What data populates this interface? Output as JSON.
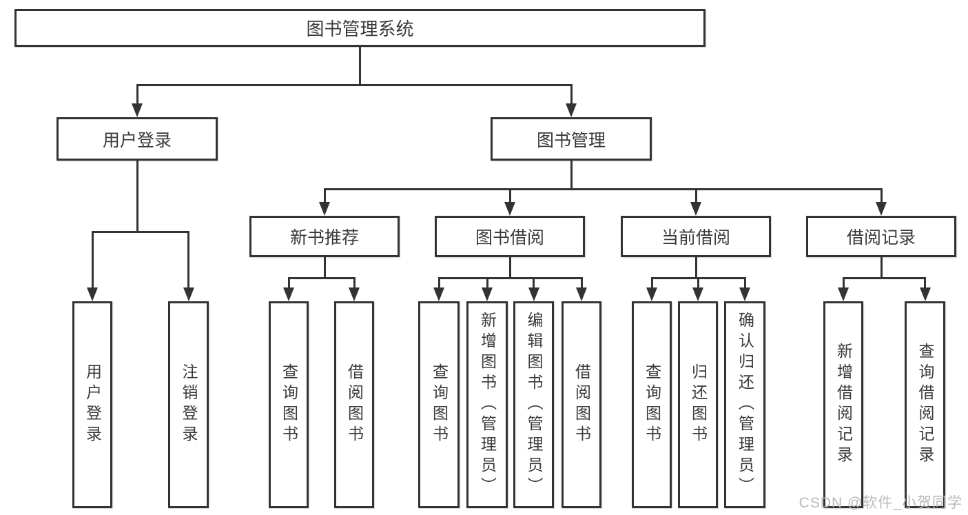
{
  "diagram": {
    "title": "图书管理系统",
    "level2": [
      {
        "label": "用户登录"
      },
      {
        "label": "图书管理"
      }
    ],
    "level3": [
      {
        "label": "新书推荐"
      },
      {
        "label": "图书借阅"
      },
      {
        "label": "当前借阅"
      },
      {
        "label": "借阅记录"
      }
    ],
    "groups": [
      {
        "parent": "用户登录",
        "children": [
          "用户登录",
          "注销登录"
        ]
      },
      {
        "parent": "新书推荐",
        "children": [
          "查询图书",
          "借阅图书"
        ]
      },
      {
        "parent": "图书借阅",
        "children": [
          "查询图书",
          "新增图书（管理员）",
          "编辑图书（管理员）",
          "借阅图书"
        ]
      },
      {
        "parent": "当前借阅",
        "children": [
          "查询图书",
          "归还图书",
          "确认归还（管理员）"
        ]
      },
      {
        "parent": "借阅记录",
        "children": [
          "新增借阅记录",
          "查询借阅记录"
        ]
      }
    ]
  },
  "watermark": {
    "text": "CSDN @软件_小贺同学"
  },
  "colors": {
    "line": "#333333",
    "text": "#3a3a3a",
    "background": "#ffffff",
    "watermark": "#b9b9b9"
  }
}
